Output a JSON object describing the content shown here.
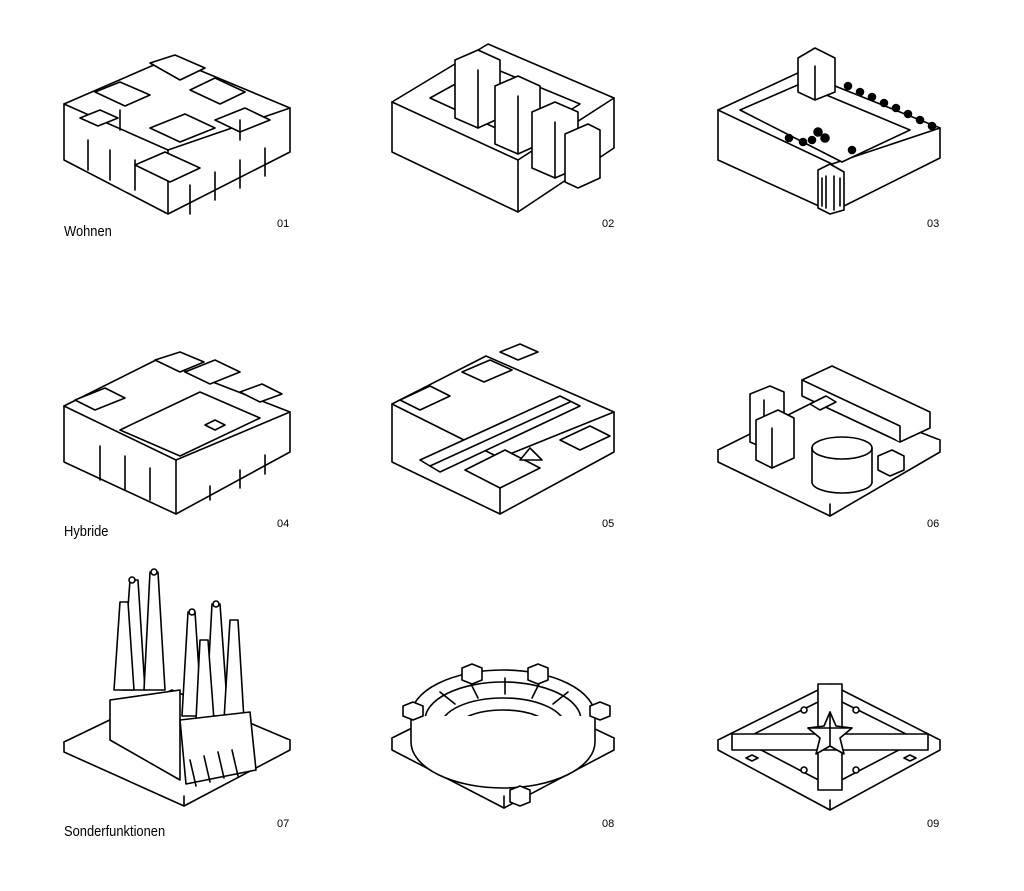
{
  "categories": [
    {
      "label": "Wohnen"
    },
    {
      "label": "Hybride"
    },
    {
      "label": "Sonderfunktionen"
    }
  ],
  "tiles": [
    {
      "number": "01",
      "subject": "dense-housing-block"
    },
    {
      "number": "02",
      "subject": "comb-shaped-housing-block"
    },
    {
      "number": "03",
      "subject": "perimeter-block-with-courtyard-trees"
    },
    {
      "number": "04",
      "subject": "hybrid-urban-block"
    },
    {
      "number": "05",
      "subject": "block-with-arcade-street"
    },
    {
      "number": "06",
      "subject": "freestanding-buildings-with-cylinder"
    },
    {
      "number": "07",
      "subject": "cathedral-with-spires"
    },
    {
      "number": "08",
      "subject": "bullring-arena"
    },
    {
      "number": "09",
      "subject": "cross-shaped-plaza-with-star-dome"
    }
  ],
  "colors": {
    "ink": "#000000",
    "paper": "#ffffff"
  }
}
